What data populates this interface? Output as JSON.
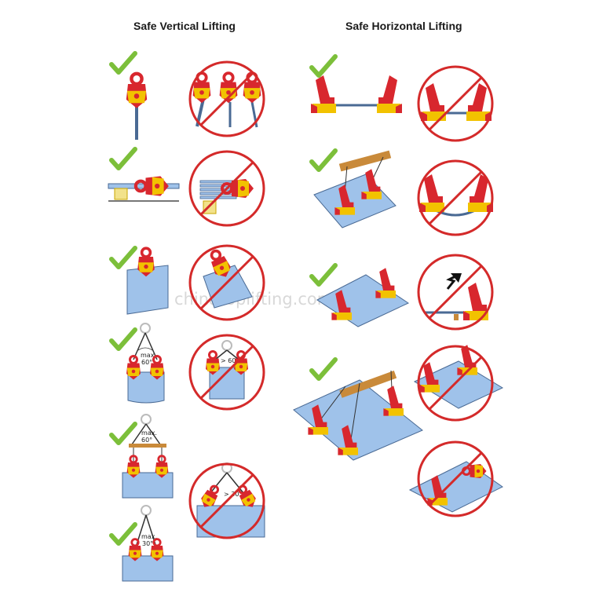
{
  "headings": {
    "vertical": "Safe Vertical Lifting",
    "horizontal": "Safe Horizontal Lifting"
  },
  "labels": {
    "max60_a_line1": "max.",
    "max60_a_line2": "60°",
    "gt60": "> 60°",
    "max60_b_line1": "max.",
    "max60_b_line2": "60°",
    "gt30": "> 30°",
    "max30_line1": "max.",
    "max30_line2": "30°"
  },
  "watermark": "chinatoplifting.com",
  "colors": {
    "check": "#7cbf3a",
    "forbidden": "#d42a2a",
    "clamp_red": "#d8272e",
    "clamp_yellow": "#f2c200",
    "plate": "#9fc2ea",
    "plate_edge": "#4a6a94",
    "beam": "#c98a3a"
  },
  "icons": [
    "check-icon",
    "prohibited-icon",
    "lifting-clamp-icon",
    "steel-plate-icon",
    "arrow-icon"
  ]
}
